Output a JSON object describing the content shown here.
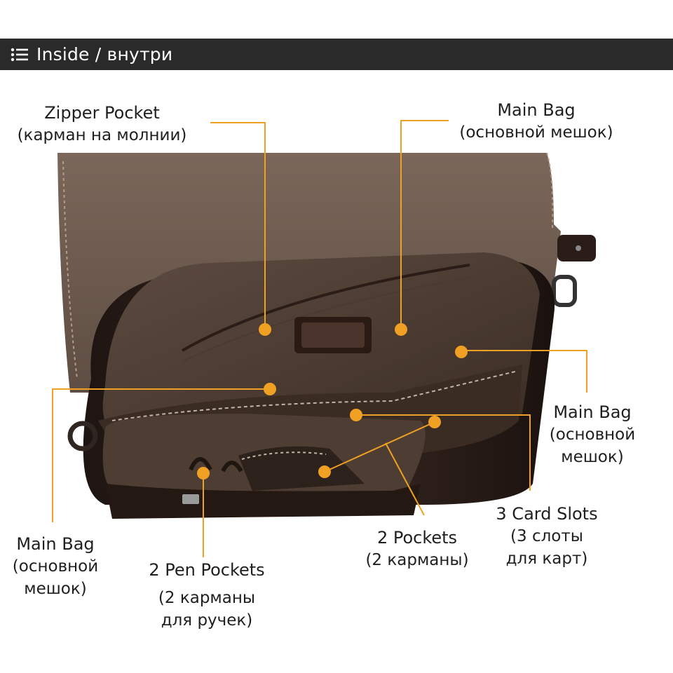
{
  "header": {
    "title": "Inside / внутри",
    "icon": "list-icon"
  },
  "callouts": [
    {
      "en": "Zipper Pocket",
      "ru": "(карман на молнии)"
    },
    {
      "en": "Main Bag",
      "ru": "(основной мешок)"
    },
    {
      "en": "Main Bag",
      "ru_line1": "(основной",
      "ru_line2": "мешок)"
    },
    {
      "en": "Main Bag",
      "ru_line1": "(основной",
      "ru_line2": "мешок)"
    },
    {
      "en": "2 Pen Pockets",
      "ru_line1": "(2 карманы",
      "ru_line2": "для ручек)"
    },
    {
      "en": "2 Pockets",
      "ru": "(2 карманы)"
    },
    {
      "en": "3 Card Slots",
      "ru_line1": "(3 слоты",
      "ru_line2": "для карт)"
    }
  ],
  "colors": {
    "accent": "#f0a023",
    "header_bg": "#2a2a2a",
    "lining": "#6d5a4d",
    "leather": "#2b1d17"
  }
}
